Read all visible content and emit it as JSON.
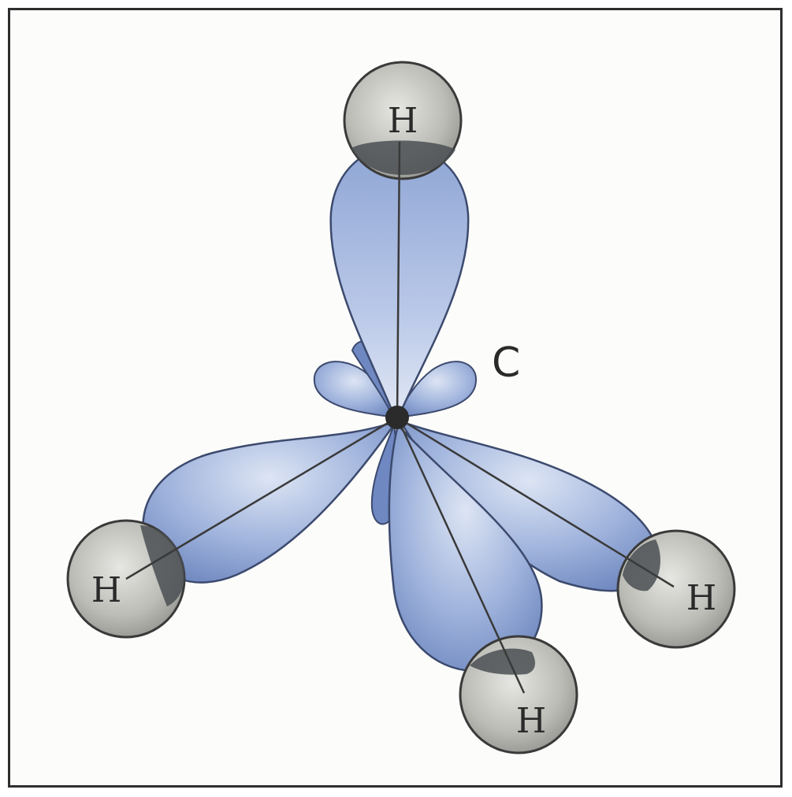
{
  "molecule": {
    "center_atom": {
      "label": "C"
    },
    "atoms": [
      {
        "id": "h-top",
        "label": "H"
      },
      {
        "id": "h-left",
        "label": "H"
      },
      {
        "id": "h-right",
        "label": "H"
      },
      {
        "id": "h-bottom",
        "label": "H"
      }
    ]
  },
  "colors": {
    "lobe_fill": "#7f97c8",
    "lobe_light": "#c3d0ea",
    "lobe_stroke": "#3c4a6e",
    "atom_fill": "#b0b0ac",
    "atom_stroke": "#3a3a3a",
    "overlap_fill": "#4a4f52",
    "frame": "#2e2e2e"
  }
}
